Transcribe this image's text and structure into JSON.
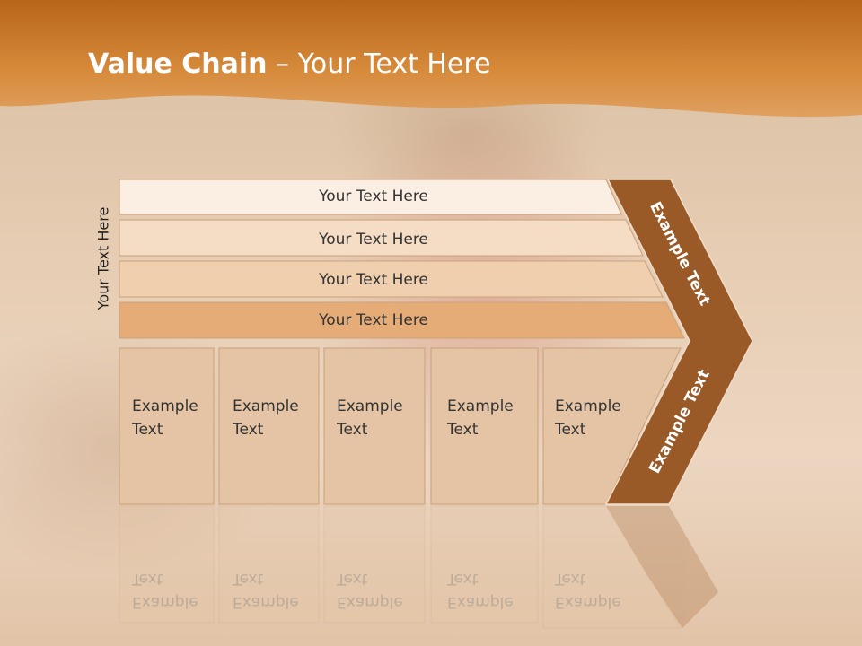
{
  "title": {
    "bold": "Value Chain",
    "rest": " – Your Text Here"
  },
  "side_label": "Your Text Here",
  "rows": [
    {
      "label": "Your Text Here"
    },
    {
      "label": "Your Text Here"
    },
    {
      "label": "Your Text Here"
    },
    {
      "label": "Your Text Here"
    }
  ],
  "boxes": [
    {
      "label": "Example\nText"
    },
    {
      "label": "Example\nText"
    },
    {
      "label": "Example\nText"
    },
    {
      "label": "Example\nText"
    },
    {
      "label": "Example\nText"
    }
  ],
  "arrow": {
    "upper_label": "Example Text",
    "lower_label": "Example Text"
  },
  "colors": {
    "header": "#cf7a22",
    "arrow": "#9a5a28",
    "row1": "#fbeee3",
    "row2": "#f5dcc4",
    "row3": "#f0cfae",
    "row4": "#e6ac78",
    "box": "#e4c4a4"
  }
}
